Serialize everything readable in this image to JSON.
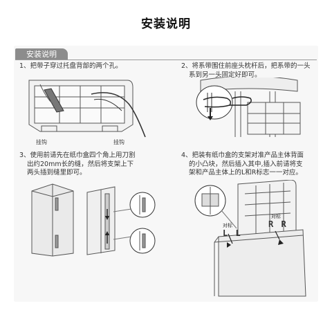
{
  "page": {
    "title": "安装说明"
  },
  "section": {
    "label": "安装说明"
  },
  "steps": [
    {
      "lines": [
        "1、把带子穿过托盘背部的两个孔。"
      ]
    },
    {
      "lines": [
        "2、将系带围住前座头枕杆后，把系带的一头",
        "系到另一头固定好即可。"
      ]
    },
    {
      "lines": [
        "3、使用前请先在纸巾盒四个角上用刀割",
        "出约20mm长的缝，然后将支架上下",
        "两头插到缝里即可。"
      ]
    },
    {
      "lines": [
        "4、把装有纸巾盒的支架对准产品主体背面",
        "的小凸块，然后插入其中,插入前请将支",
        "架和产品主体上的L和R标志一一对应。"
      ]
    }
  ],
  "captions": {
    "left_hook": "挂钩",
    "right_hook": "挂钩"
  },
  "labels": {
    "duiying_left": "对标",
    "duiying_right": "对标",
    "mark_left": "L L",
    "mark_right": "R R"
  }
}
